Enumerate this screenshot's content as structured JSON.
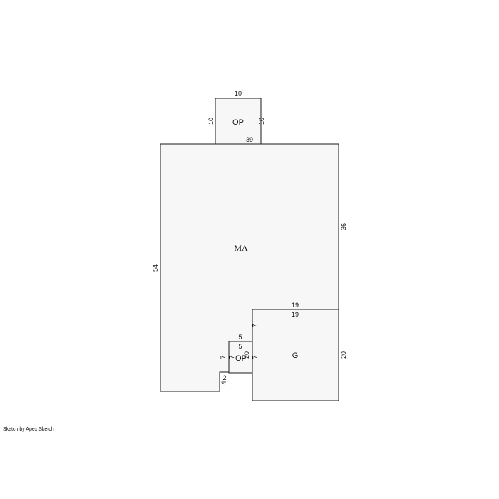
{
  "areas": {
    "main": {
      "label": "MA"
    },
    "porch_top": {
      "label": "OP"
    },
    "porch_small": {
      "label": "OP"
    },
    "garage": {
      "label": "G"
    }
  },
  "dimensions": {
    "porch_top_width": "10",
    "porch_top_left": "10",
    "porch_top_right": "10",
    "main_top": "39",
    "main_right": "36",
    "main_left": "54",
    "garage_top_outer": "19",
    "garage_top_inner": "19",
    "garage_right": "20",
    "garage_left_upper": "7",
    "garage_left_lower": "7",
    "porch_small_top_outer": "5",
    "porch_small_top_inner": "5",
    "porch_small_left": "7",
    "porch_small_right_a": "7",
    "porch_small_right_b": "20",
    "step_width": "2",
    "step_height": "4"
  },
  "credit": "Sketch by Apex Sketch"
}
